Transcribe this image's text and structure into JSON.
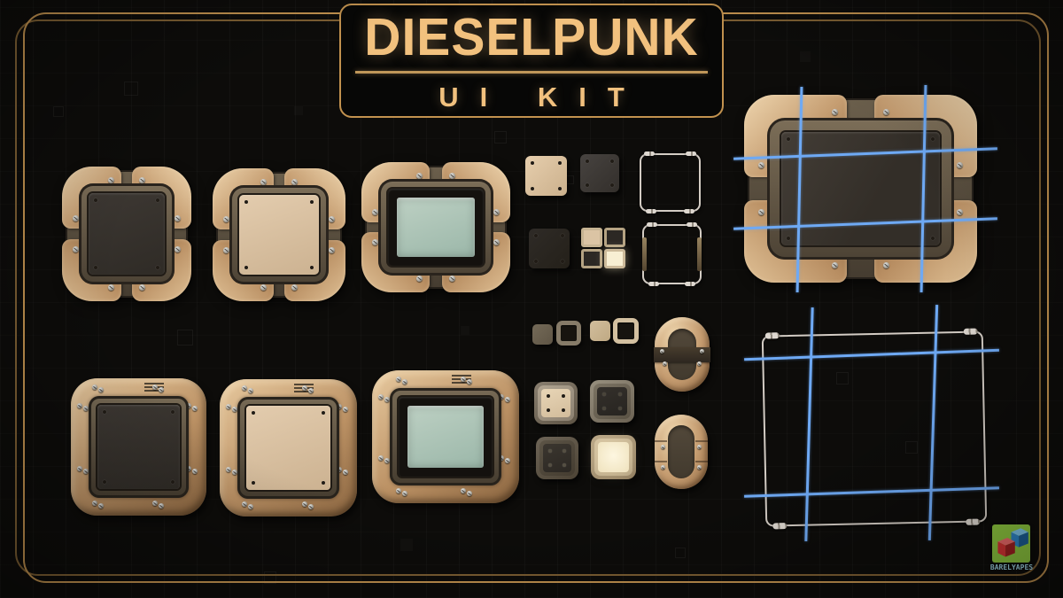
{
  "title_card": {
    "title": "DIESELPUNK",
    "subtitle": "UI KIT"
  },
  "branding": {
    "logo_text": "BARELYAPES",
    "logo_icon": "barelyapes-cubes-logo"
  },
  "colors": {
    "bg": "#0d0c0a",
    "frame-gold": "#c2924f",
    "frame-gold-dim": "#7d5f33",
    "title-gold": "#f2c17e",
    "divider-gold": "#bf9659",
    "brass-light": "#ecd3ab",
    "brass": "#c49b6f",
    "brass-dark": "#8c6842",
    "olive": "#6b5f4c",
    "olive-dark": "#3c352b",
    "face-dark": "#37322c",
    "face-beige": "#dcc5a6",
    "screen-teal": "#aec6b7",
    "glow-cream": "#f8efd3",
    "guide-blue": "#6ea9f4",
    "wire-silver": "#d3ccc4",
    "logo-green": "#8dc63f",
    "logo-red": "#d63434",
    "logo-blue": "#2f86c8",
    "logo-text-color": "#9fd4e4"
  },
  "assets": {
    "corner_panels": [
      {
        "name": "corner-panel-dark",
        "face": "dark"
      },
      {
        "name": "corner-panel-beige",
        "face": "beige"
      },
      {
        "name": "corner-panel-screen",
        "face": "teal-screen"
      }
    ],
    "frame_panels": [
      {
        "name": "frame-panel-dark",
        "face": "dark",
        "vent": true
      },
      {
        "name": "frame-panel-beige",
        "face": "beige",
        "vent": true
      },
      {
        "name": "frame-panel-screen",
        "face": "teal-screen",
        "vent": true
      }
    ],
    "plates": [
      "plate-beige",
      "plate-dark",
      "plate-black"
    ],
    "button_grid_2x2": [
      "beige",
      "dark",
      "dark",
      "glow"
    ],
    "wire_frames_small": [
      "wire-frame-plain",
      "wire-frame-with-rods"
    ],
    "checkboxes": [
      "checkbox-dark-filled",
      "checkbox-dark-outline",
      "checkbox-light-filled",
      "checkbox-light-outline"
    ],
    "buttons_medium": [
      "button-beige",
      "button-dark",
      "button-dark-alt",
      "button-glow"
    ],
    "capsules": [
      "capsule-banded",
      "capsule-open"
    ],
    "nine_slice_demos": [
      {
        "name": "large-corner-panel-9slice",
        "guides": "blue"
      },
      {
        "name": "large-wire-frame-9slice",
        "guides": "blue"
      }
    ]
  }
}
